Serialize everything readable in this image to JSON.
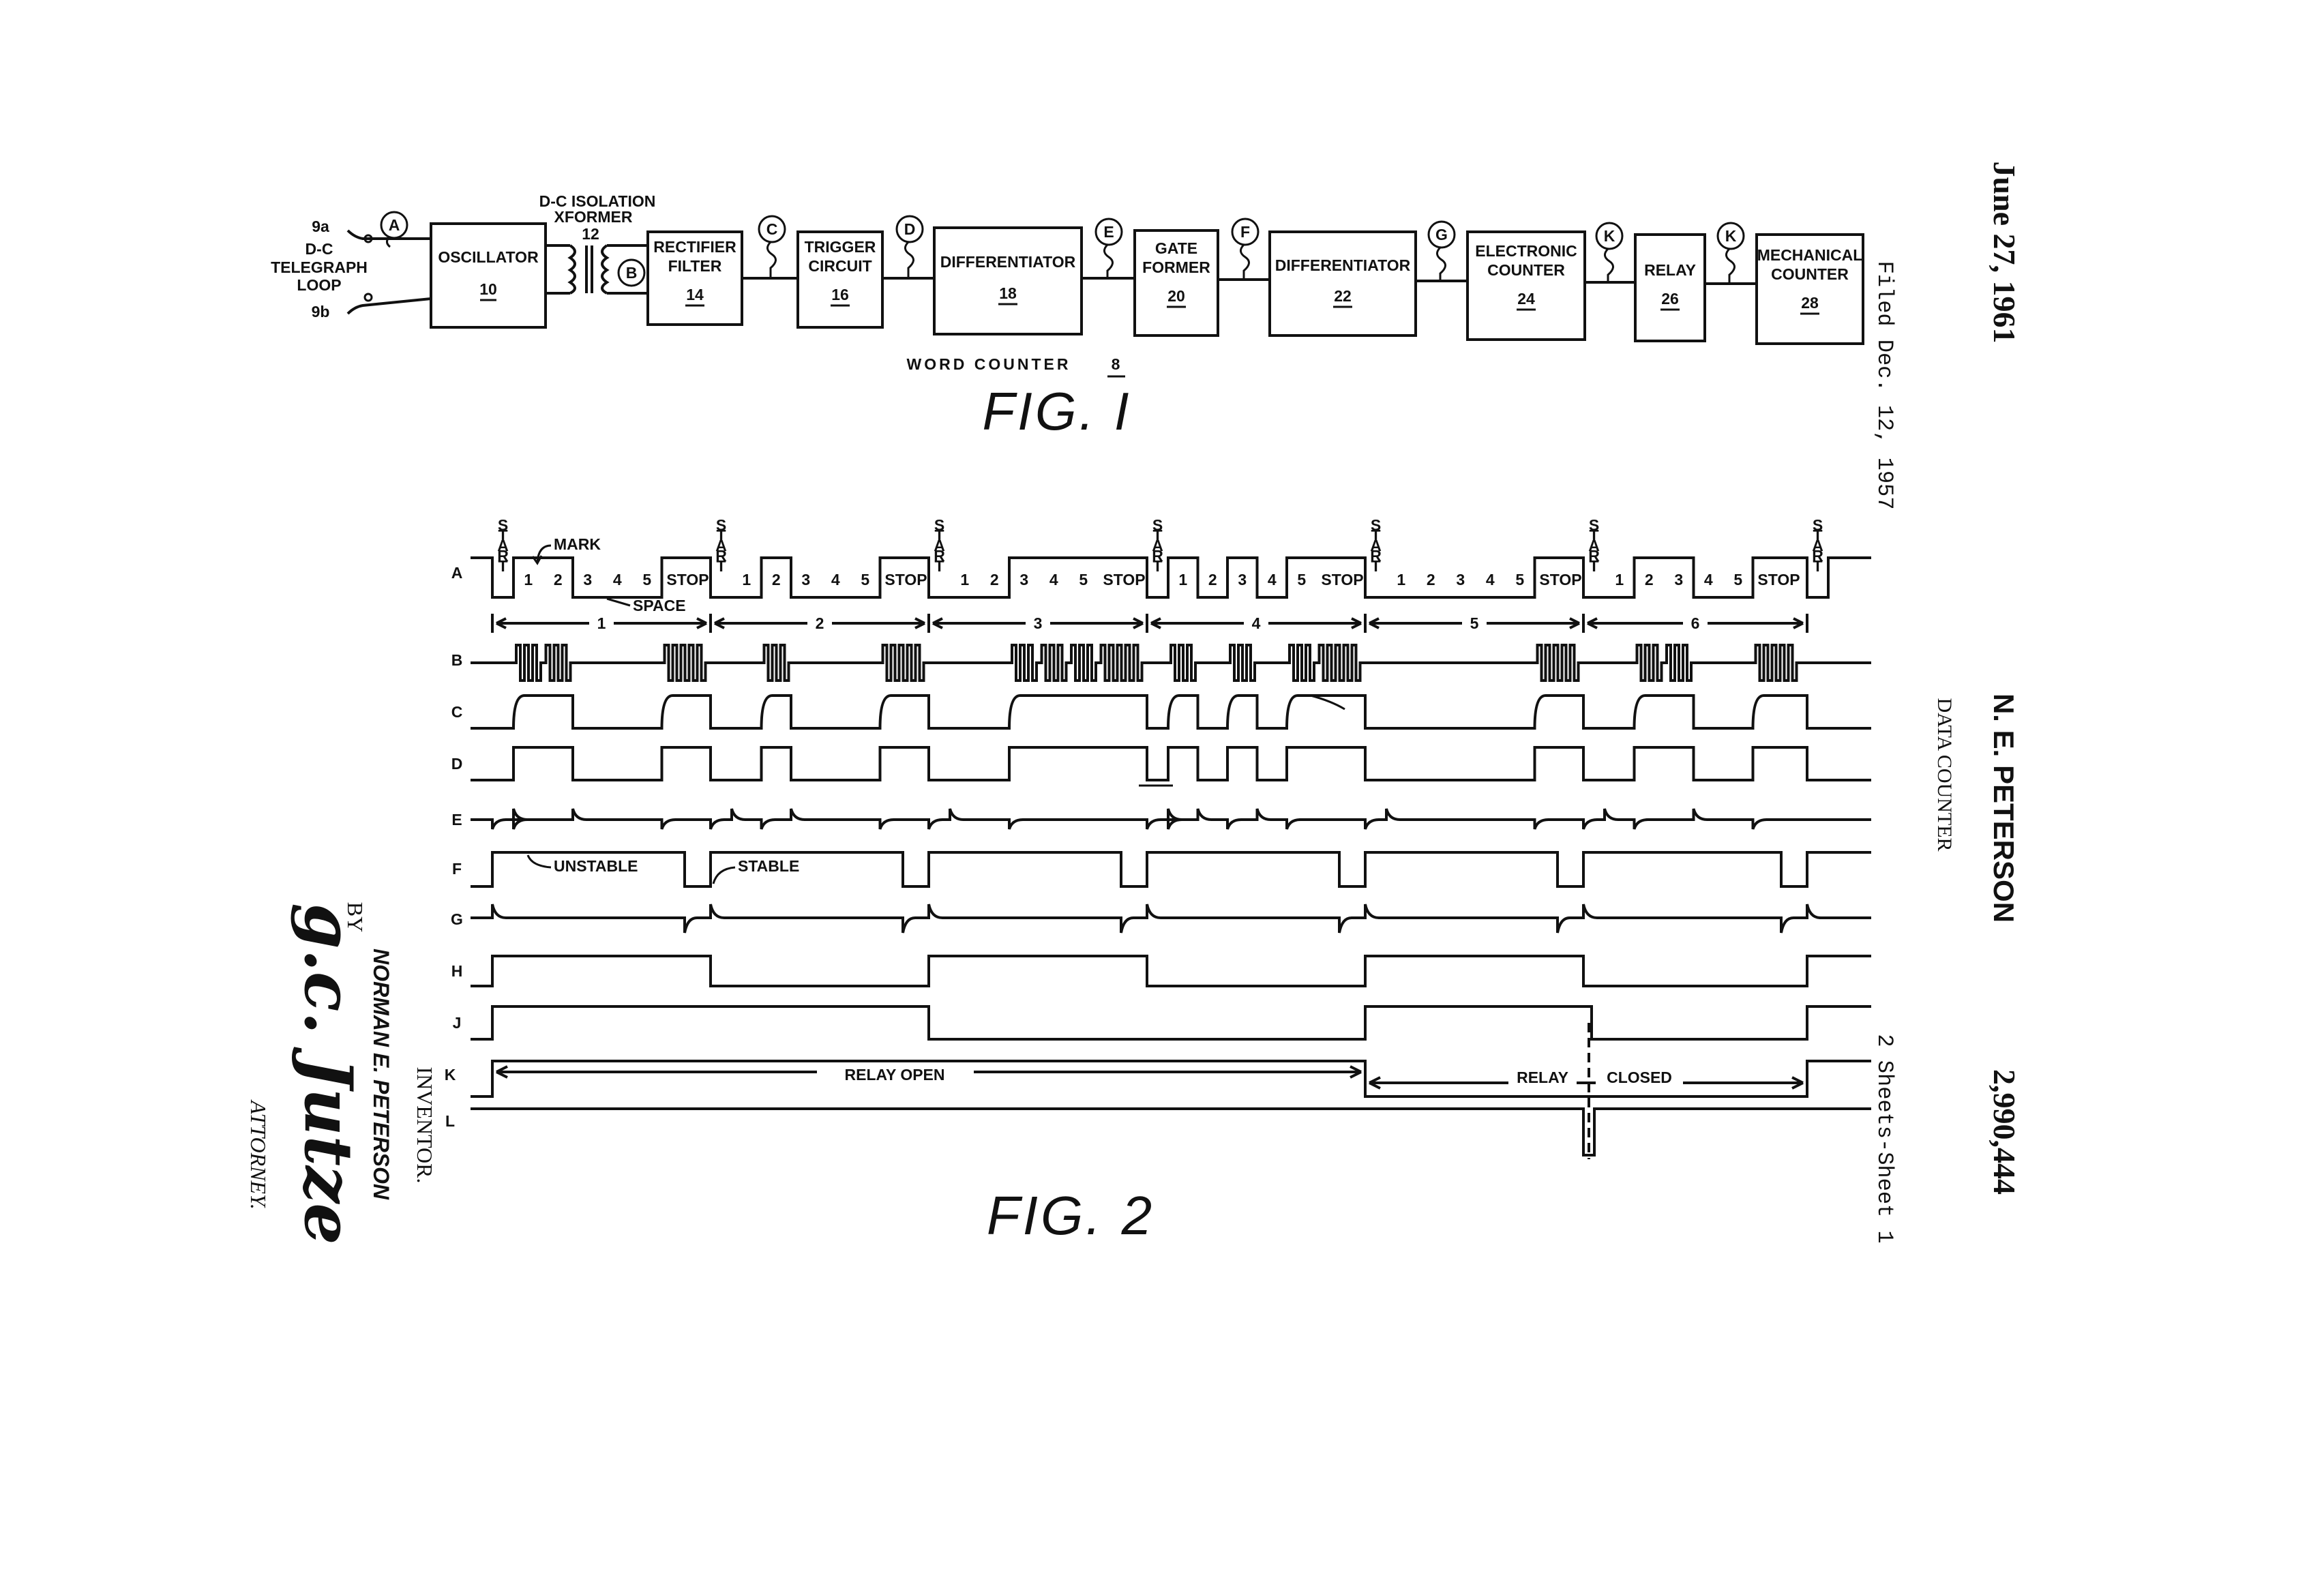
{
  "header": {
    "date": "June 27, 1961",
    "filed": "Filed Dec. 12, 1957",
    "inventor_name": "N. E. PETERSON",
    "title": "DATA COUNTER",
    "sheets": "2 Sheets-Sheet 1",
    "patent_number": "2,990,444"
  },
  "fig1": {
    "caption": "FIG. I",
    "counter_label": "WORD COUNTER",
    "counter_num": "8",
    "input": {
      "top": "9a",
      "bottom": "9b",
      "line1": "D-C",
      "line2": "TELEGRAPH",
      "line3": "LOOP"
    },
    "xformer": {
      "line1": "D-C  ISOLATION",
      "line2": "XFORMER",
      "num": "12"
    },
    "blocks": [
      {
        "name": "OSCILLATOR",
        "num": "10"
      },
      {
        "name": "RECTIFIER",
        "name2": "FILTER",
        "num": "14"
      },
      {
        "name": "TRIGGER",
        "name2": "CIRCUIT",
        "num": "16"
      },
      {
        "name": "DIFFERENTIATOR",
        "num": "18"
      },
      {
        "name": "GATE",
        "name2": "FORMER",
        "num": "20"
      },
      {
        "name": "DIFFERENTIATOR",
        "num": "22"
      },
      {
        "name": "ELECTRONIC",
        "name2": "COUNTER",
        "num": "24"
      },
      {
        "name": "RELAY",
        "num": "26"
      },
      {
        "name": "MECHANICAL",
        "name2": "COUNTER",
        "num": "28"
      }
    ],
    "test_points": [
      "A",
      "B",
      "C",
      "D",
      "E",
      "F",
      "G",
      "K",
      "K"
    ]
  },
  "fig2": {
    "caption": "FIG. 2",
    "rows": [
      "A",
      "B",
      "C",
      "D",
      "E",
      "F",
      "G",
      "H",
      "J",
      "K",
      "L"
    ],
    "start_letters": [
      "S",
      "T",
      "A",
      "R",
      "T"
    ],
    "bit_labels": [
      "1",
      "2",
      "3",
      "4",
      "5",
      "STOP"
    ],
    "word_numbers": [
      "1",
      "2",
      "3",
      "4",
      "5",
      "6"
    ],
    "mark": "MARK",
    "space": "SPACE",
    "unstable": "UNSTABLE",
    "stable": "STABLE",
    "relay_open": "RELAY  OPEN",
    "relay": "RELAY",
    "closed": "CLOSED"
  },
  "signature": {
    "by": "BY",
    "inventor_label": "INVENTOR.",
    "inventor_name": "NORMAN E. PETERSON",
    "signature": "g.c. Jutze",
    "attorney": "ATTORNEY."
  }
}
